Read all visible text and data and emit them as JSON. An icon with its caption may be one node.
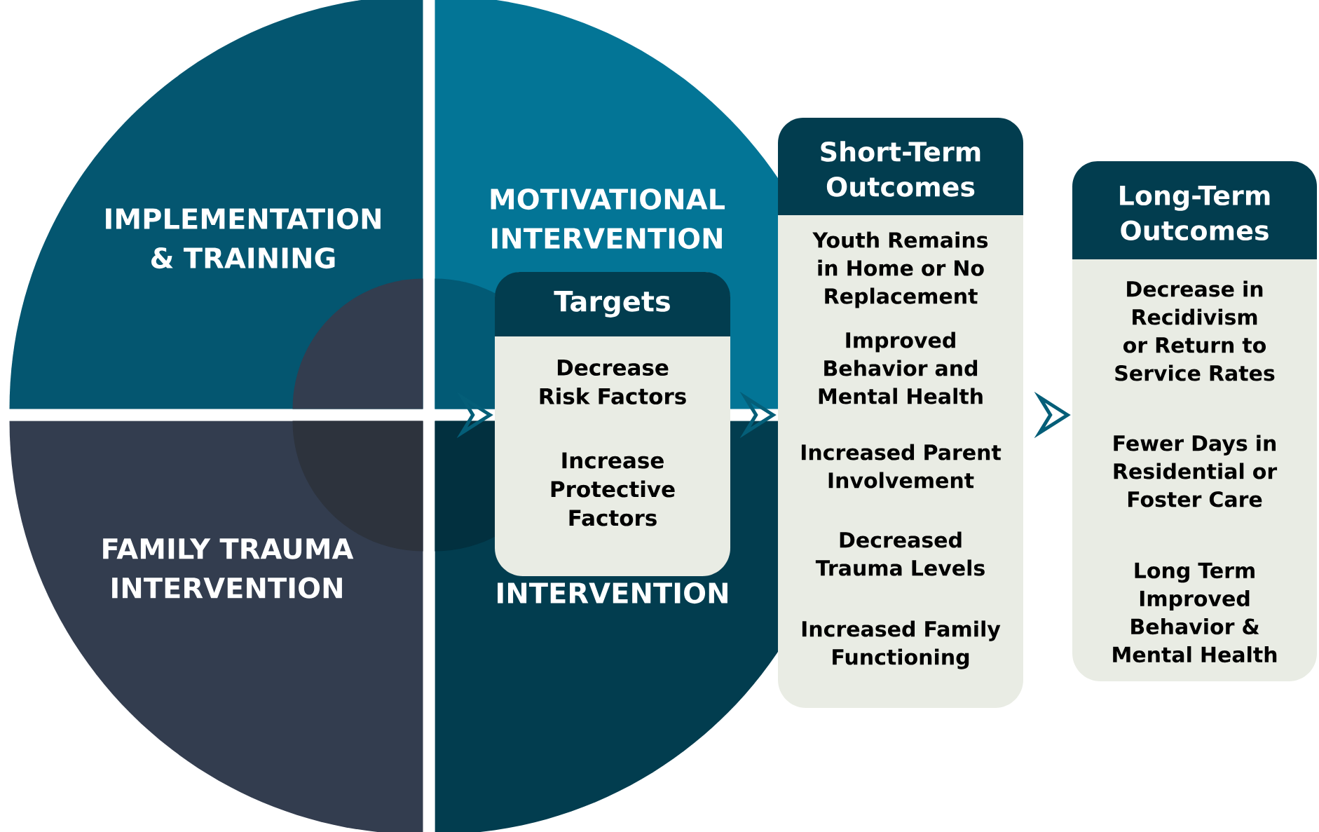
{
  "diagram": {
    "nodes": [
      {
        "text": [
          "IMPLEMENTATION & TRAINING"
        ]
      },
      {
        "text": [
          "MOTIVATIONAL INTERVENTION"
        ]
      },
      {
        "text": [
          "FAMILY TRAUMA INTERVENTION"
        ]
      },
      {
        "text": [
          "INTERVENTION"
        ]
      },
      {
        "text": [
          "Targets",
          "Decrease Risk Factors",
          "Increase Protective Factors"
        ]
      },
      {
        "text": [
          "Short-Term Outcomes",
          "Youth Remains in Home or No Replacement",
          "Improved Behavior and Mental Health",
          "Increased Parent Involvement",
          "Decreased Trauma Levels",
          "Increased Family Functioning"
        ]
      },
      {
        "text": [
          "Long-Term Outcomes",
          "Decrease in Recidivism or Return to Service Rates",
          "Fewer Days in Residential or Foster Care",
          "Long Term Improved Behavior & Mental Health"
        ]
      }
    ],
    "edges": [
      {
        "from": null,
        "to": 4,
        "arrow": "to"
      },
      {
        "from": 4,
        "to": 5,
        "arrow": "to"
      },
      {
        "from": 5,
        "to": 6,
        "arrow": "to"
      }
    ]
  }
}
